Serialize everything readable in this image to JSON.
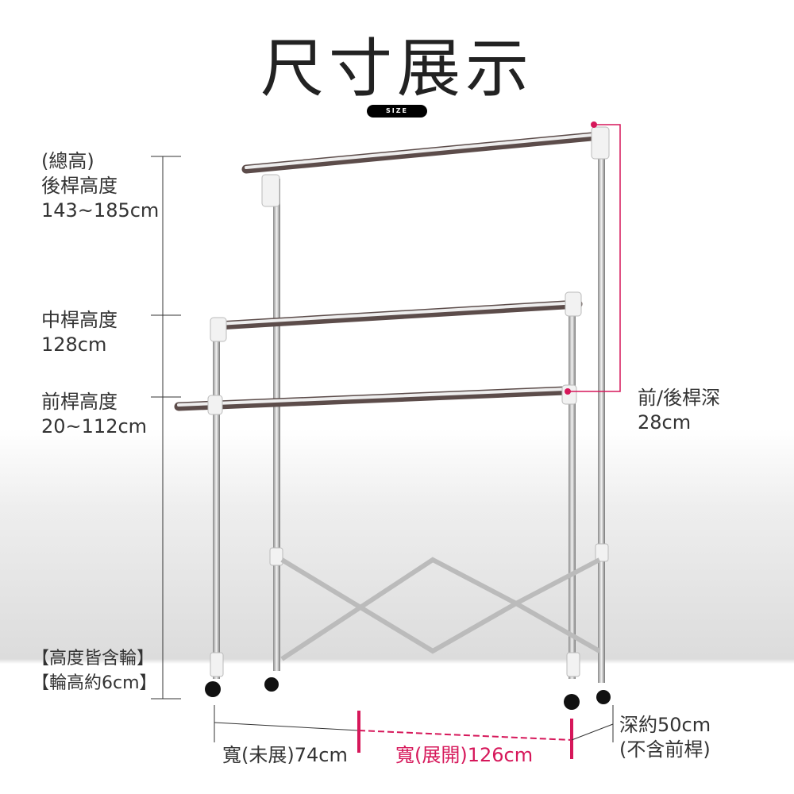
{
  "title": "尺寸展示",
  "badge": "SIZE",
  "labels": {
    "total_height": [
      "(總高)",
      "後桿高度",
      "143~185cm"
    ],
    "middle_height": [
      "中桿高度",
      "128cm"
    ],
    "front_height": [
      "前桿高度",
      "20~112cm"
    ],
    "wheel_note": [
      "【高度皆含輪】",
      "【輪高約6cm】"
    ],
    "depth_bar": [
      "前/後桿深",
      "28cm"
    ],
    "width_folded": "寬(未展)74cm",
    "width_open": "寬(展開)126cm",
    "depth": [
      "深約50cm",
      "(不含前桿)"
    ]
  },
  "colors": {
    "accent": "#d6175a",
    "text": "#333333"
  }
}
